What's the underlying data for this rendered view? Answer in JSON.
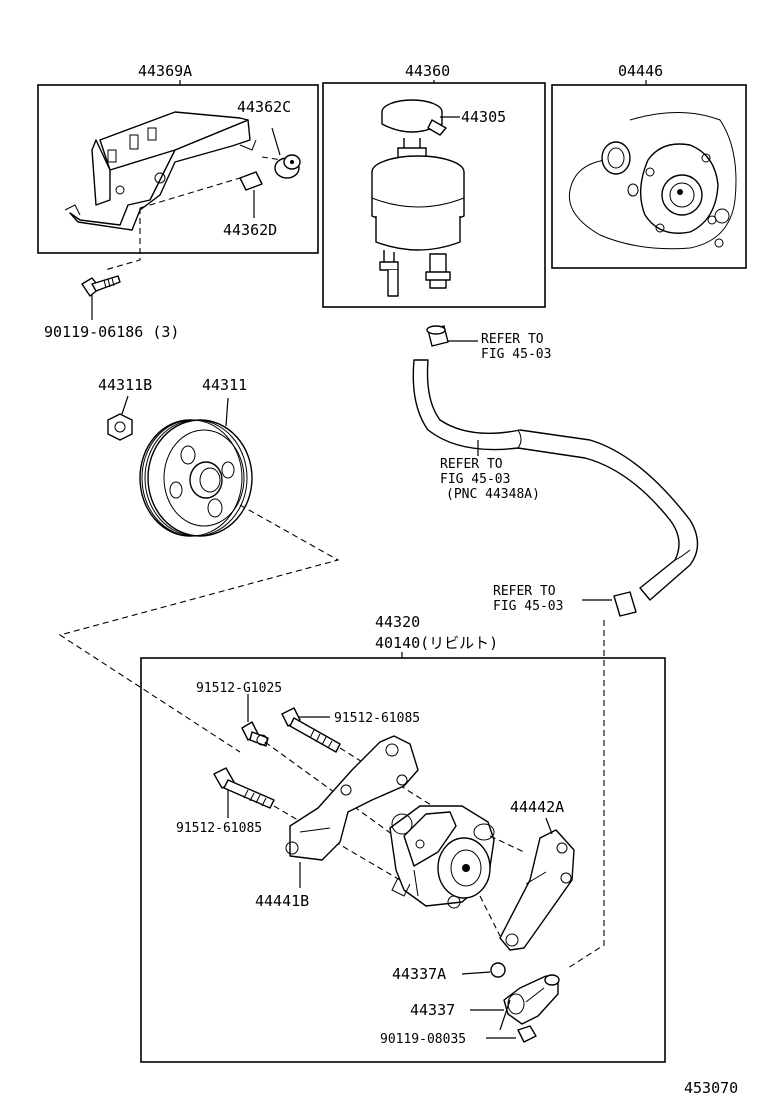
{
  "labels": {
    "p44369A": "44369A",
    "p44360": "44360",
    "p04446": "04446",
    "p44362C": "44362C",
    "p44305": "44305",
    "p44362D": "44362D",
    "p90119_06186": "90119-06186 (3)",
    "refer1_line1": "REFER TO",
    "refer1_line2": "FIG 45-03",
    "p44311B": "44311B",
    "p44311": "44311",
    "refer2_line1": "REFER TO",
    "refer2_line2": "FIG 45-03",
    "refer2_line3": "(PNC 44348A)",
    "refer3_line1": "REFER TO",
    "refer3_line2": "FIG 45-03",
    "p44320": "44320",
    "p40140": "40140(リビルト)",
    "p91512_G1025": "91512-G1025",
    "p91512_61085_a": "91512-61085",
    "p91512_61085_b": "91512-61085",
    "p44442A": "44442A",
    "p44441B": "44441B",
    "p44337A": "44337A",
    "p44337": "44337",
    "p90119_08035": "90119-08035",
    "figure_number": "453070"
  },
  "icons": [
    "bracket-icon",
    "reservoir-icon",
    "gasket-kit-icon",
    "bolt-icon",
    "pulley-icon",
    "nut-icon",
    "hose-icon",
    "clamp-icon",
    "pump-icon",
    "stay-icon",
    "union-icon",
    "o-ring-icon"
  ]
}
